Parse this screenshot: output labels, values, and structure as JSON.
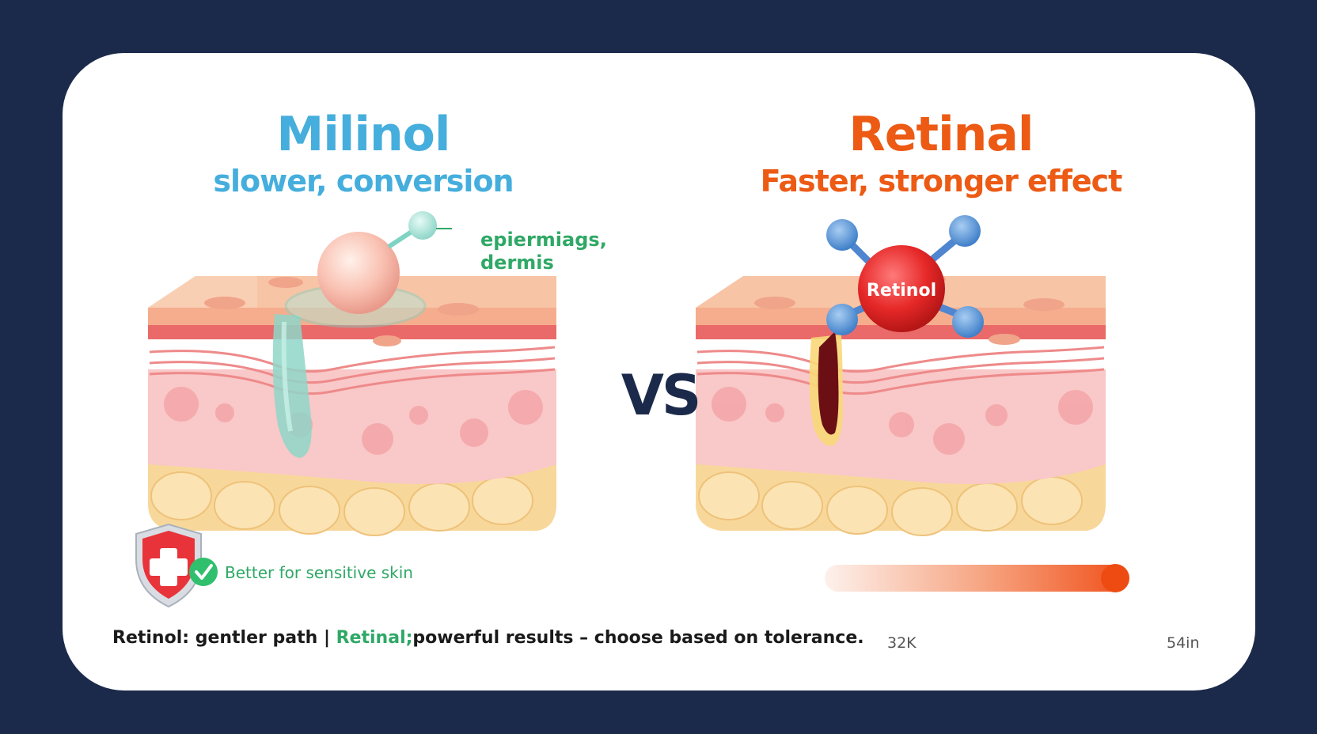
{
  "left": {
    "title": "Milinol",
    "subtitle": "slower, conversion",
    "callout_line1": "epiermiags,",
    "callout_line2": "dermis",
    "badge_text": "Better for sensitive skin"
  },
  "vs_label": "VS",
  "right": {
    "title": "Retinal",
    "subtitle": "Faster, stronger effect",
    "molecule_label": "Retinol"
  },
  "footer": {
    "part1": "Retinol: gentler path | ",
    "highlight": "Retinal;",
    "part2": "powerful results – choose based on tolerance."
  },
  "scale": {
    "low_label": "32K",
    "high_label": "54in",
    "level": 1.0
  },
  "colors": {
    "background": "#1b2a4a",
    "left_accent": "#45aedd",
    "right_accent": "#ec5a14",
    "positive_green": "#2fa866",
    "skin_top": "#f7c4a6",
    "dermis": "#f9c8c8",
    "fat": "#f8d89a"
  },
  "icons": [
    "shield-plus-icon",
    "check-circle-icon",
    "molecule-icon"
  ]
}
